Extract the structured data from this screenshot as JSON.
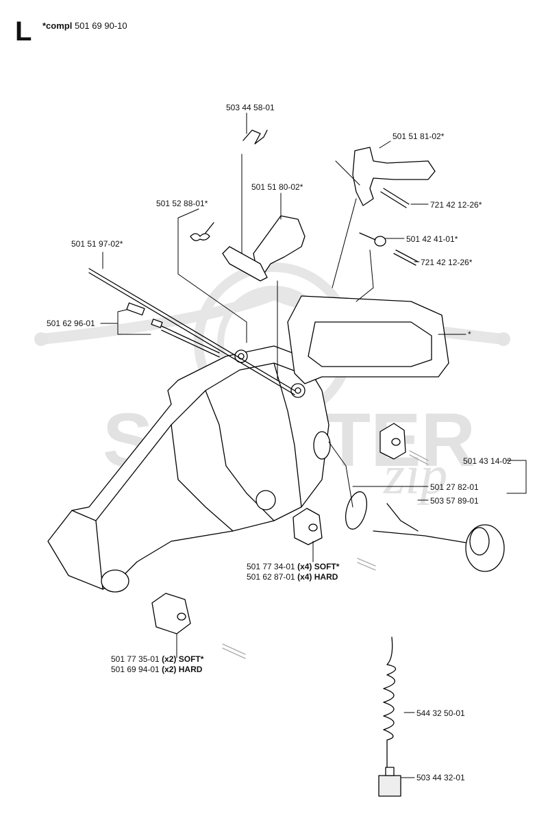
{
  "section": {
    "letter": "L",
    "compl_prefix": "*compl",
    "compl_number": "501 69 90-10"
  },
  "watermark": {
    "text": "SCOOTER",
    "suffix": "zip"
  },
  "labels": {
    "p1": "503 44 58-01",
    "p2": "501 51 81-02*",
    "p3": "501 51 80-02*",
    "p4": "501 52 88-01*",
    "p5": "721 42 12-26*",
    "p6": "501 42 41-01*",
    "p7": "501 51 97-02*",
    "p8": "721 42 12-26*",
    "p9": "501 62 96-01",
    "p10": "*",
    "p11": "501 43 14-02",
    "p12": "501 27 82-01",
    "p13": "503 57 89-01",
    "p14a_num": "501 77 34-01",
    "p14a_qty": "(x4) SOFT*",
    "p14b_num": "501 62 87-01",
    "p14b_qty": "(x4) HARD",
    "p15a_num": "501 77 35-01",
    "p15a_qty": "(x2) SOFT*",
    "p15b_num": "501 69 94-01",
    "p15b_qty": "(x2) HARD",
    "p16": "544 32 50-01",
    "p17": "503 44 32-01"
  }
}
